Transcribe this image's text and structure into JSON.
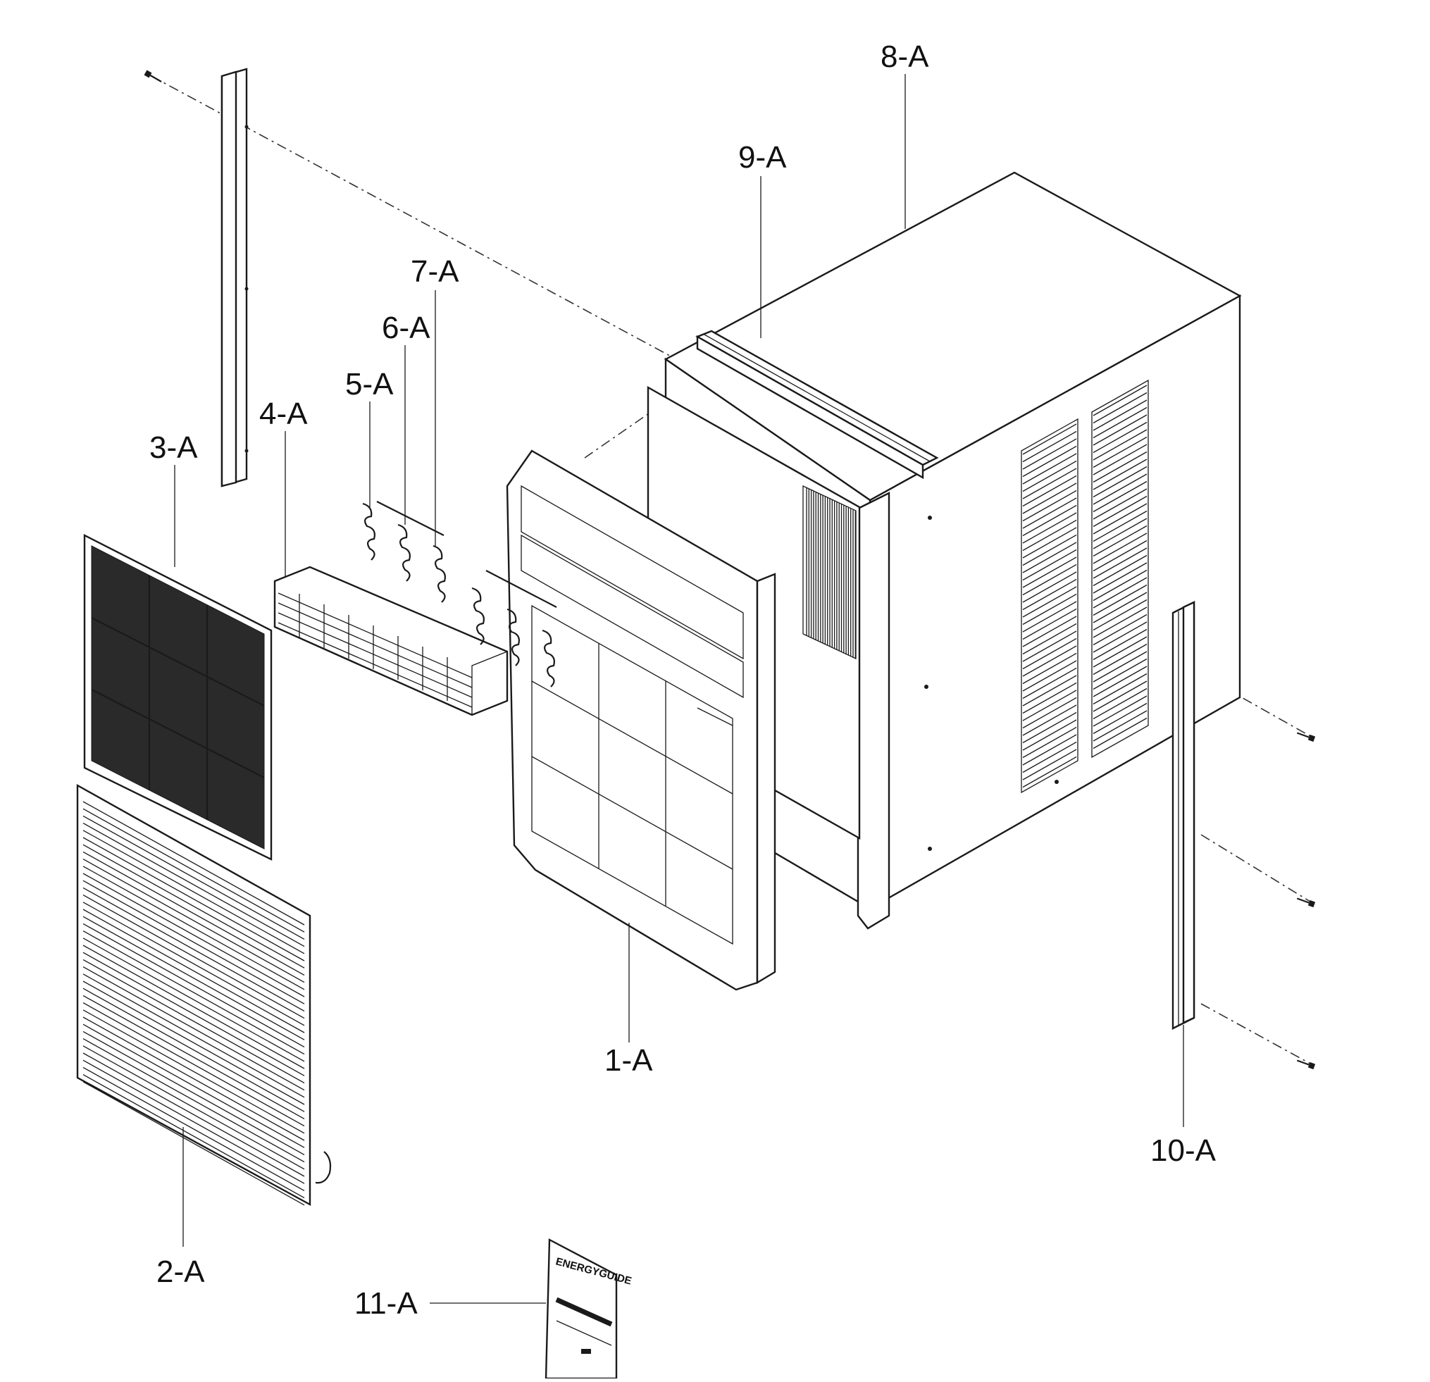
{
  "diagram": {
    "parts": [
      {
        "id": "p1",
        "label": "1-A"
      },
      {
        "id": "p2",
        "label": "2-A"
      },
      {
        "id": "p3",
        "label": "3-A"
      },
      {
        "id": "p4",
        "label": "4-A"
      },
      {
        "id": "p5",
        "label": "5-A"
      },
      {
        "id": "p6",
        "label": "6-A"
      },
      {
        "id": "p7",
        "label": "7-A"
      },
      {
        "id": "p8",
        "label": "8-A"
      },
      {
        "id": "p9",
        "label": "9-A"
      },
      {
        "id": "p10",
        "label": "10-A"
      },
      {
        "id": "p11",
        "label": "11-A"
      }
    ],
    "energy_guide_text": "ENERGYGUIDE"
  },
  "colors": {
    "ink": "#1a1a1a",
    "paper": "#ffffff"
  }
}
